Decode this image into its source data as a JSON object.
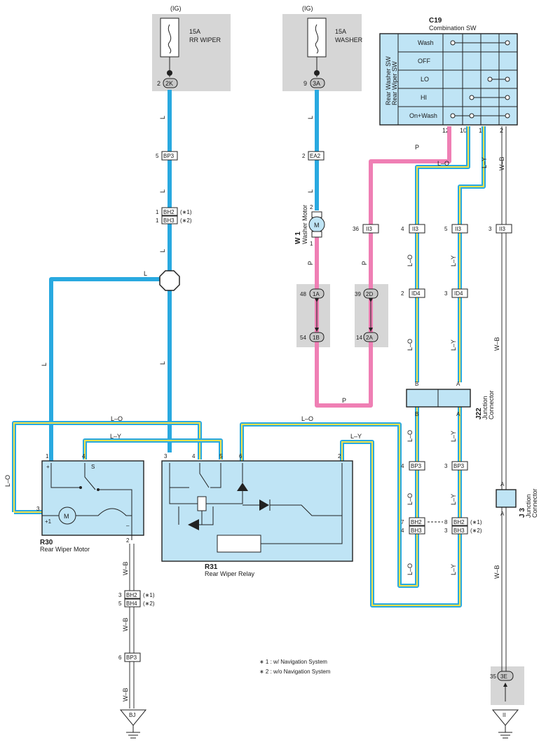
{
  "fuses": [
    {
      "supply": "(IG)",
      "rating": "15A",
      "name": "RR WIPER",
      "pin": "2",
      "connector": "2K"
    },
    {
      "supply": "(IG)",
      "rating": "15A",
      "name": "WASHER",
      "pin": "9",
      "connector": "3A"
    }
  ],
  "combination_switch": {
    "code": "C19",
    "name": "Combination SW",
    "side_label_1": "Rear Washer SW",
    "side_label_2": "Rear Wiper SW",
    "positions": [
      "Wash",
      "OFF",
      "LO",
      "HI",
      "On+Wash"
    ],
    "pins": [
      "12",
      "10",
      "13",
      "2"
    ]
  },
  "wire_colors": {
    "L": "L",
    "P": "P",
    "LO": "L–O",
    "LY": "L–Y",
    "WB": "W–B"
  },
  "connectors": {
    "BP3": "BP3",
    "EA2": "EA2",
    "BH2": "BH2",
    "BH3": "BH3",
    "BH4": "BH4",
    "II3": "II3",
    "ID4": "ID4",
    "1A": "1A",
    "1B": "1B",
    "2D": "2D",
    "2A": "2A",
    "3E": "3E"
  },
  "pins": {
    "p1": "1",
    "p2": "2",
    "p3": "3",
    "p4": "4",
    "p5": "5",
    "p6": "6",
    "p7": "7",
    "p8": "8",
    "p14": "14",
    "p35": "35",
    "p36": "36",
    "p39": "39",
    "p48": "48",
    "p54": "54"
  },
  "variant_marks": {
    "v1": "(∗1)",
    "v2": "(∗2)"
  },
  "washer_motor": {
    "code": "W 1",
    "name": "Washer Motor",
    "symbol": "M"
  },
  "rear_wiper_motor": {
    "code": "R30",
    "name": "Rear Wiper Motor",
    "symbol": "M",
    "plus": "+",
    "plus1": "+1",
    "minus": "–",
    "s": "S"
  },
  "rear_wiper_relay": {
    "code": "R31",
    "name": "Rear Wiper Relay"
  },
  "junction_j22": {
    "code": "J22",
    "name_1": "Junction",
    "name_2": "Connector",
    "pin_a": "A",
    "pin_b": "B"
  },
  "junction_j3": {
    "code": "J 3",
    "name_1": "Junction",
    "name_2": "Connector",
    "pin_a": "A"
  },
  "grounds": {
    "left": "BJ",
    "right": "II"
  },
  "notes": [
    "∗ 1 : w/ Navigation System",
    "∗ 2 : w/o Navigation System"
  ],
  "colors": {
    "light_blue": "#29a9e0",
    "pink": "#ef7fb4",
    "yellow": "#f2e14a",
    "box_fill": "#bfe4f5",
    "gray": "#d6d6d6"
  }
}
